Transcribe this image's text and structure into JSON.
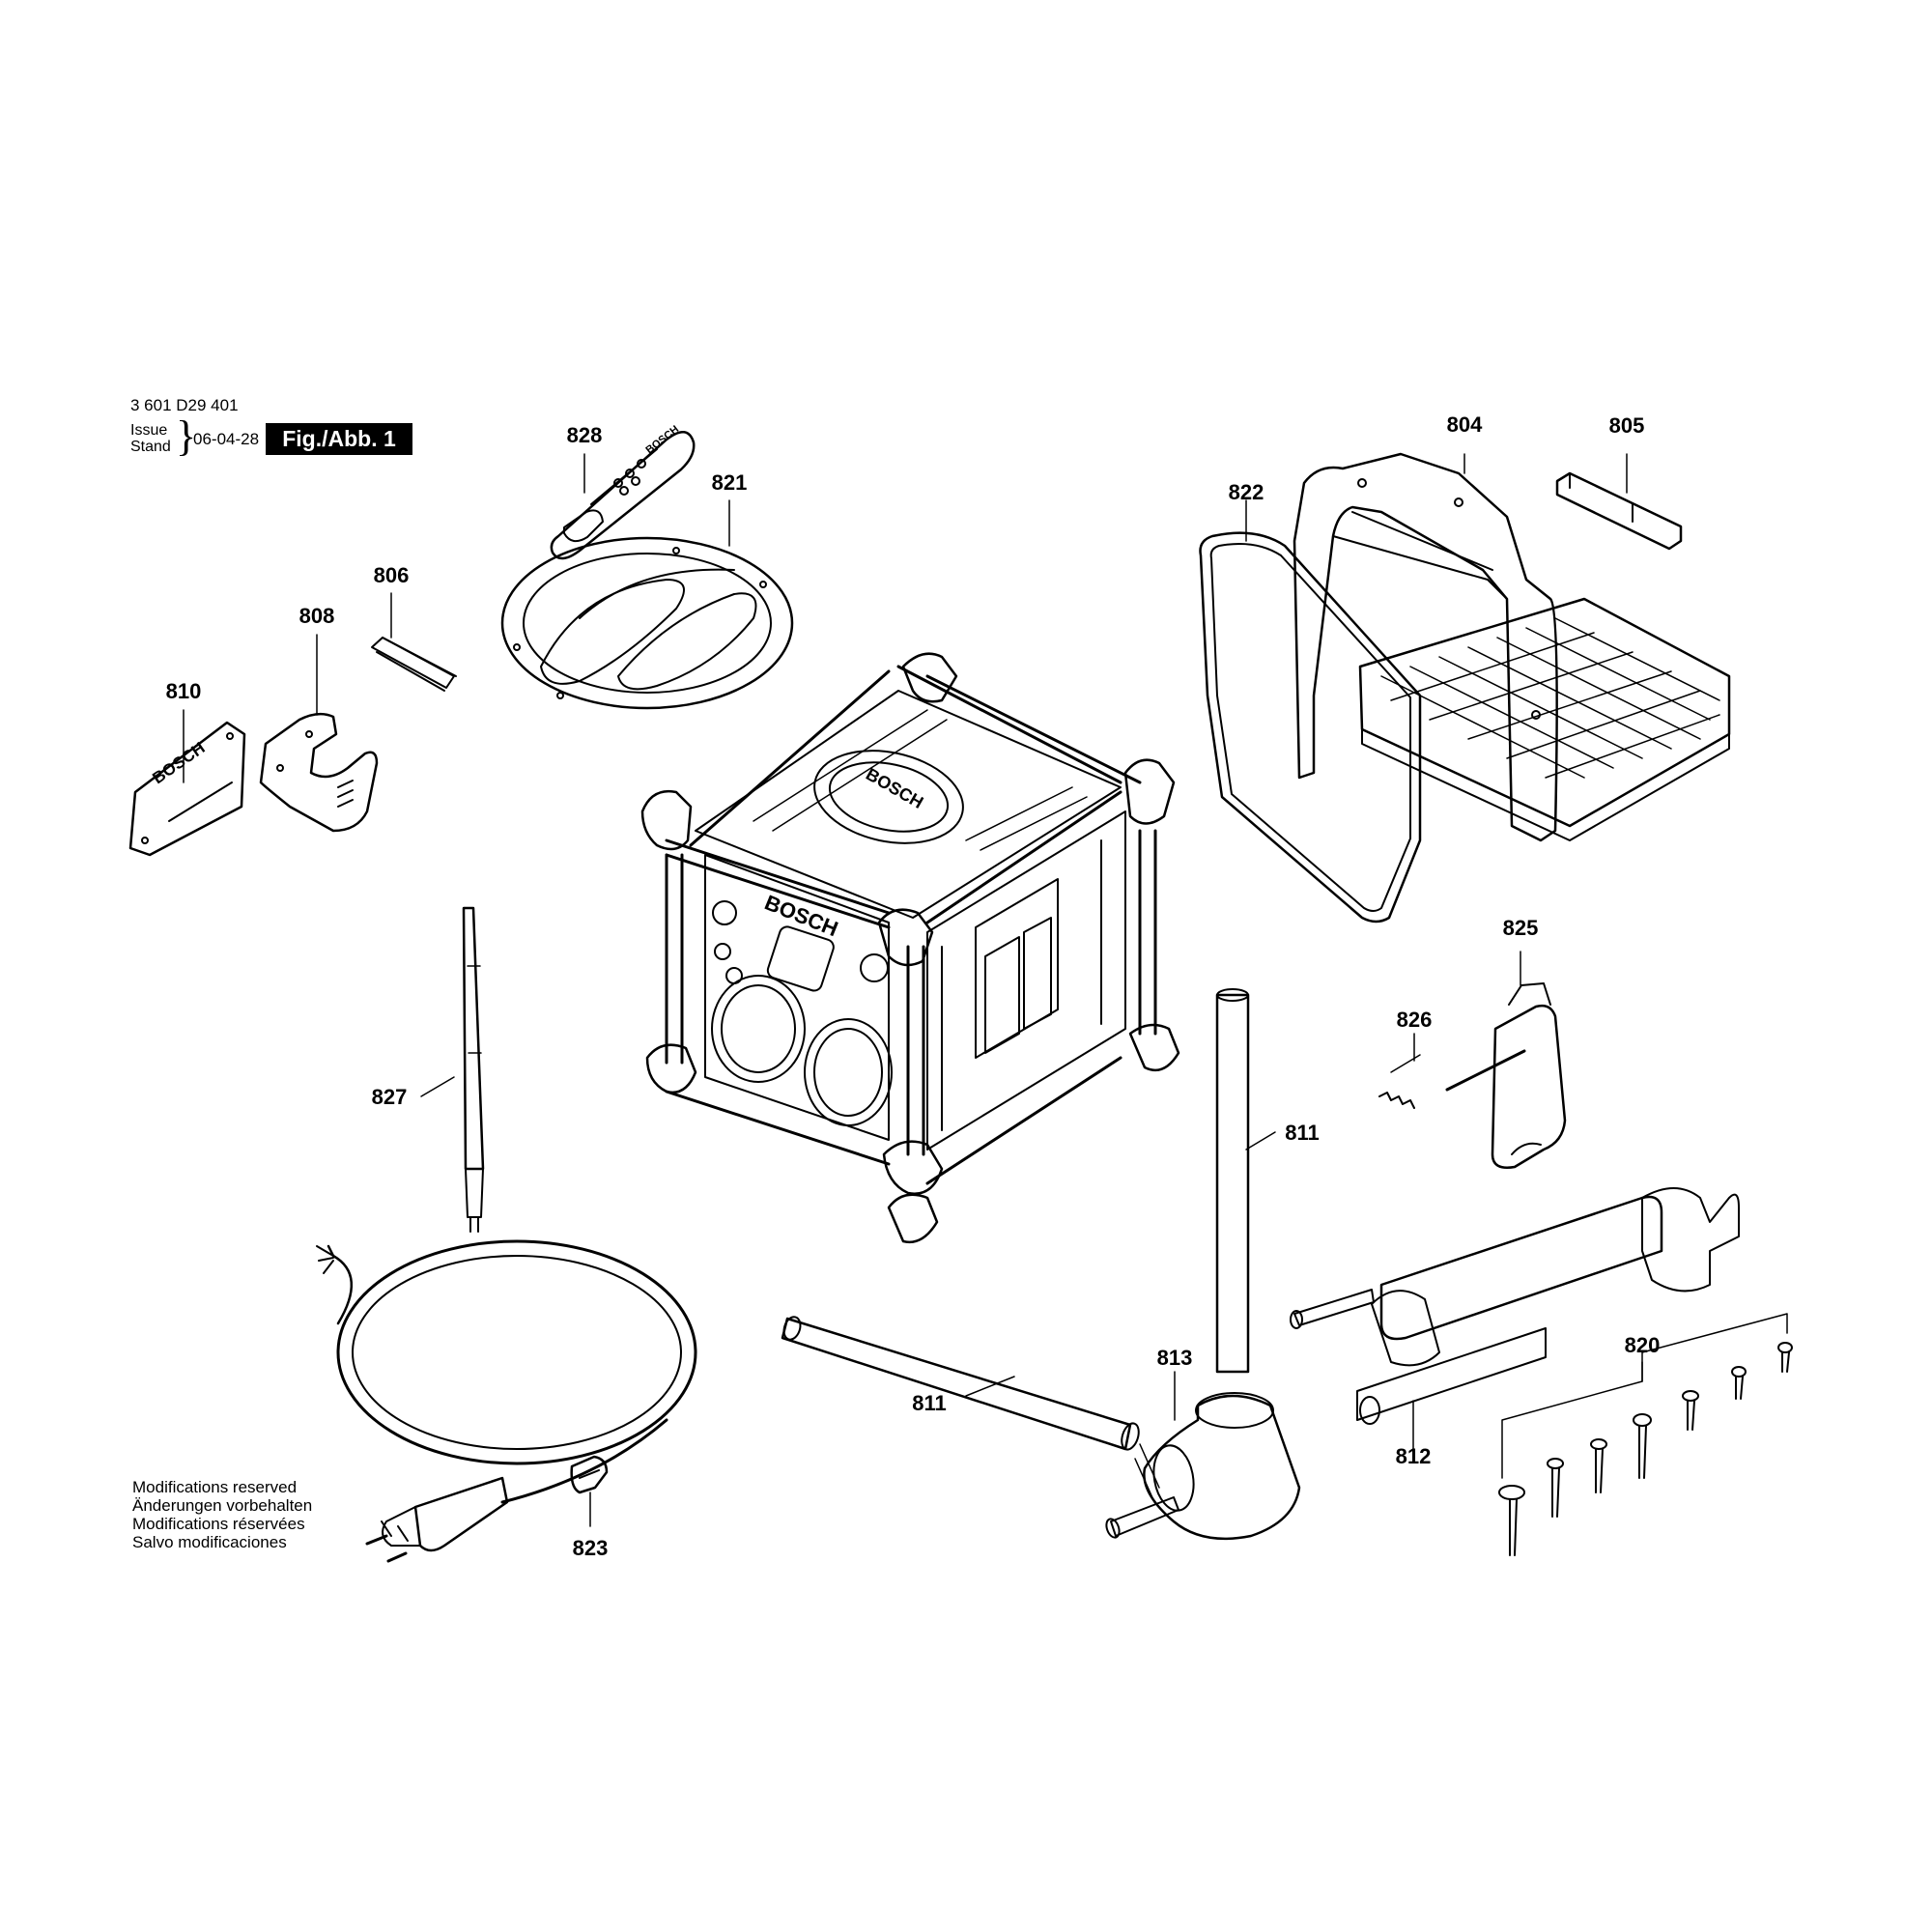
{
  "header": {
    "document_number": "3 601 D29 401",
    "issue_label": "Issue",
    "stand_label": "Stand",
    "issue_date": "06-04-28",
    "figure_label": "Fig./Abb. 1"
  },
  "part_numbers": {
    "p804": "804",
    "p805": "805",
    "p806": "806",
    "p808": "808",
    "p810": "810",
    "p811a": "811",
    "p811b": "811",
    "p812": "812",
    "p813": "813",
    "p820": "820",
    "p821": "821",
    "p822": "822",
    "p823": "823",
    "p825": "825",
    "p826": "826",
    "p827": "827",
    "p828": "828"
  },
  "brand_marks": {
    "cube_front": "BOSCH",
    "cube_top": "BOSCH",
    "nameplate": "BOSCH",
    "remote": "BOSCH"
  },
  "notes": [
    "Modifications reserved",
    "Änderungen vorbehalten",
    "Modifications réservées",
    "Salvo modificaciones"
  ]
}
